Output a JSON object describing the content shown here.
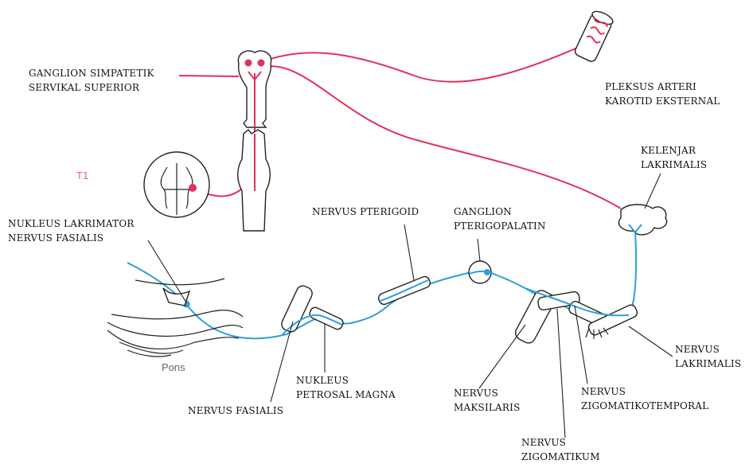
{
  "colors": {
    "sympathetic": "#e0325a",
    "parasympathetic": "#2aa0d8",
    "outline": "#222222",
    "t1_label": "#e0667a"
  },
  "labels": {
    "ganglion_simpatetik": [
      "GANGLION SIMPATETIK",
      "SERVIKAL SUPERIOR"
    ],
    "pleksus_arteri": [
      "PLEKSUS ARTERI",
      "KAROTID EKSTERNAL"
    ],
    "kelenjar_lakrimalis": [
      "KELENJAR",
      "LAKRIMALIS"
    ],
    "t1": "T1",
    "nukleus_lakrimator": [
      "NUKLEUS LAKRIMATOR",
      "NERVUS FASIALIS"
    ],
    "nervus_pterigoid": "NERVUS PTERIGOID",
    "ganglion_pterigopalatin": [
      "GANGLION",
      "PTERIGOPALATIN"
    ],
    "pons": "Pons",
    "nervus_fasialis": "NERVUS FASIALIS",
    "nukleus_petrosal": [
      "NUKLEUS",
      "PETROSAL MAGNA"
    ],
    "nervus_maksilaris": [
      "NERVUS",
      "MAKSILARIS"
    ],
    "nervus_zigomatikotemporal": [
      "NERVUS",
      "ZIGOMATIKOTEMPORAL"
    ],
    "nervus_zigomatikum": [
      "NERVUS",
      "ZIGOMATIKUM"
    ],
    "nervus_lakrimalis": [
      "NERVUS",
      "LAKRIMALIS"
    ]
  }
}
